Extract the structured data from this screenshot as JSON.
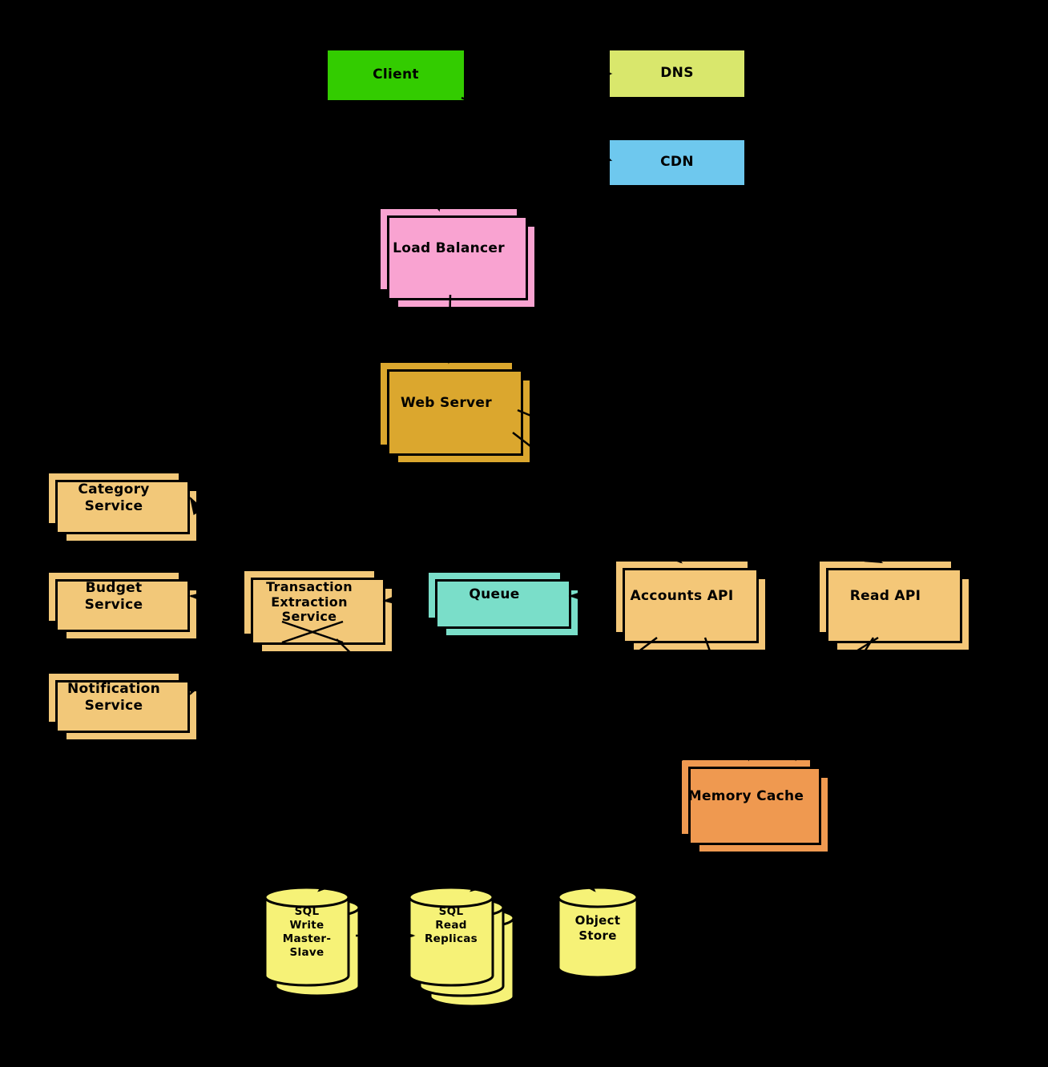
{
  "background": "#000000",
  "nodes": {
    "client": {
      "label": "Client",
      "color": "#33cc00"
    },
    "dns": {
      "label": "DNS",
      "color": "#d9e76c"
    },
    "cdn": {
      "label": "CDN",
      "color": "#6ec8ee"
    },
    "load_balancer": {
      "label": "Load Balancer",
      "color": "#f9a3d1"
    },
    "web_server": {
      "label": "Web Server",
      "color": "#dba72e"
    },
    "category_service": {
      "label": "Category\nService",
      "color": "#f2c879"
    },
    "budget_service": {
      "label": "Budget\nService",
      "color": "#f2c879"
    },
    "notification_service": {
      "label": "Notification\nService",
      "color": "#f2c879"
    },
    "transaction_extraction_service": {
      "label": "Transaction\nExtraction\nService",
      "color": "#f2c879"
    },
    "queue": {
      "label": "Queue",
      "color": "#7adec9"
    },
    "accounts_api": {
      "label": "Accounts API",
      "color": "#f4c778"
    },
    "read_api": {
      "label": "Read API",
      "color": "#f4c778"
    },
    "memory_cache": {
      "label": "Memory Cache",
      "color": "#ef9950"
    },
    "sql_write": {
      "label": "SQL\nWrite\nMaster-\nSlave",
      "color": "#f6f277"
    },
    "sql_read": {
      "label": "SQL\nRead\nReplicas",
      "color": "#f6f277"
    },
    "object_store": {
      "label": "Object\nStore",
      "color": "#f6f277"
    }
  },
  "edges": [
    {
      "from": "Client",
      "to": "DNS"
    },
    {
      "from": "Client",
      "to": "CDN"
    },
    {
      "from": "Client",
      "to": "Load Balancer"
    },
    {
      "from": "Load Balancer",
      "to": "Web Server"
    },
    {
      "from": "Web Server",
      "to": "Accounts API"
    },
    {
      "from": "Web Server",
      "to": "Read API"
    },
    {
      "from": "Accounts API",
      "to": "Queue"
    },
    {
      "from": "Queue",
      "to": "Transaction Extraction Service"
    },
    {
      "from": "Transaction Extraction Service",
      "to": "Category Service"
    },
    {
      "from": "Transaction Extraction Service",
      "to": "Budget Service"
    },
    {
      "from": "Transaction Extraction Service",
      "to": "Notification Service"
    },
    {
      "from": "Transaction Extraction Service",
      "to": "Object Store"
    },
    {
      "from": "Accounts API",
      "to": "Memory Cache"
    },
    {
      "from": "Read API",
      "to": "Memory Cache"
    },
    {
      "from": "Accounts API",
      "to": "SQL Write Master-Slave"
    },
    {
      "from": "Read API",
      "to": "SQL Read Replicas"
    },
    {
      "from": "SQL Write Master-Slave",
      "to": "SQL Read Replicas"
    }
  ]
}
